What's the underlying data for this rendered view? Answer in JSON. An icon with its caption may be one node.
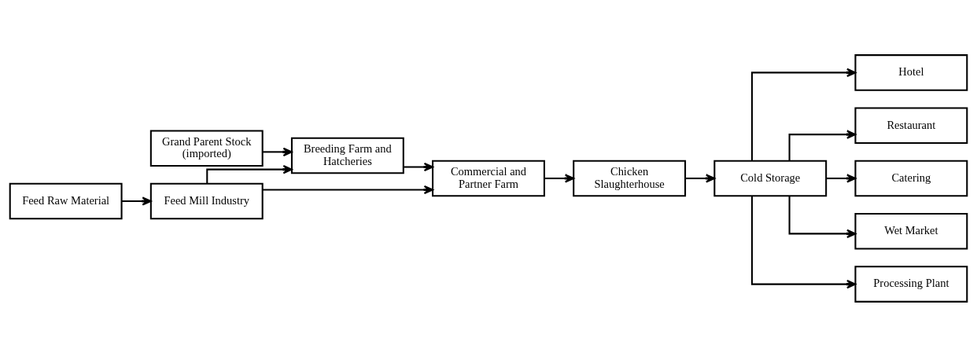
{
  "diagram": {
    "nodes": [
      {
        "text": [
          "Feed Raw Material"
        ]
      },
      {
        "text": [
          "Grand Parent Stock (imported)"
        ]
      },
      {
        "text": [
          "Cold Storage"
        ]
      },
      {
        "text": [
          "Hotel"
        ]
      },
      {
        "text": [
          "Feed Mill Industry"
        ]
      },
      {
        "text": [
          "Breeding Farm and Hatcheries"
        ]
      },
      {
        "text": [
          "Restaurant"
        ]
      },
      {
        "text": [
          "Catering"
        ]
      },
      {
        "text": [
          "Commercial and Partner Farm"
        ]
      },
      {
        "text": [
          "Wet Market"
        ]
      },
      {
        "text": [
          "Chicken Slaughterhouse"
        ]
      },
      {
        "text": [
          "Processing Plant"
        ]
      }
    ],
    "edges": [
      {
        "from": 0,
        "to": 4,
        "arrow": "to"
      },
      {
        "from": 1,
        "to": 5,
        "arrow": "to"
      },
      {
        "from": 4,
        "to": 5,
        "arrow": "to"
      },
      {
        "from": 4,
        "to": 8,
        "arrow": "to"
      },
      {
        "from": 5,
        "to": 8,
        "arrow": "to"
      },
      {
        "from": 8,
        "to": 10,
        "arrow": "to"
      },
      {
        "from": 10,
        "to": 2,
        "arrow": "to"
      },
      {
        "from": 2,
        "to": 3,
        "arrow": "to"
      },
      {
        "from": 2,
        "to": 6,
        "arrow": "to"
      },
      {
        "from": 2,
        "to": 7,
        "arrow": "to"
      },
      {
        "from": 2,
        "to": 9,
        "arrow": "to"
      },
      {
        "from": 2,
        "to": 11,
        "arrow": "to"
      }
    ]
  }
}
